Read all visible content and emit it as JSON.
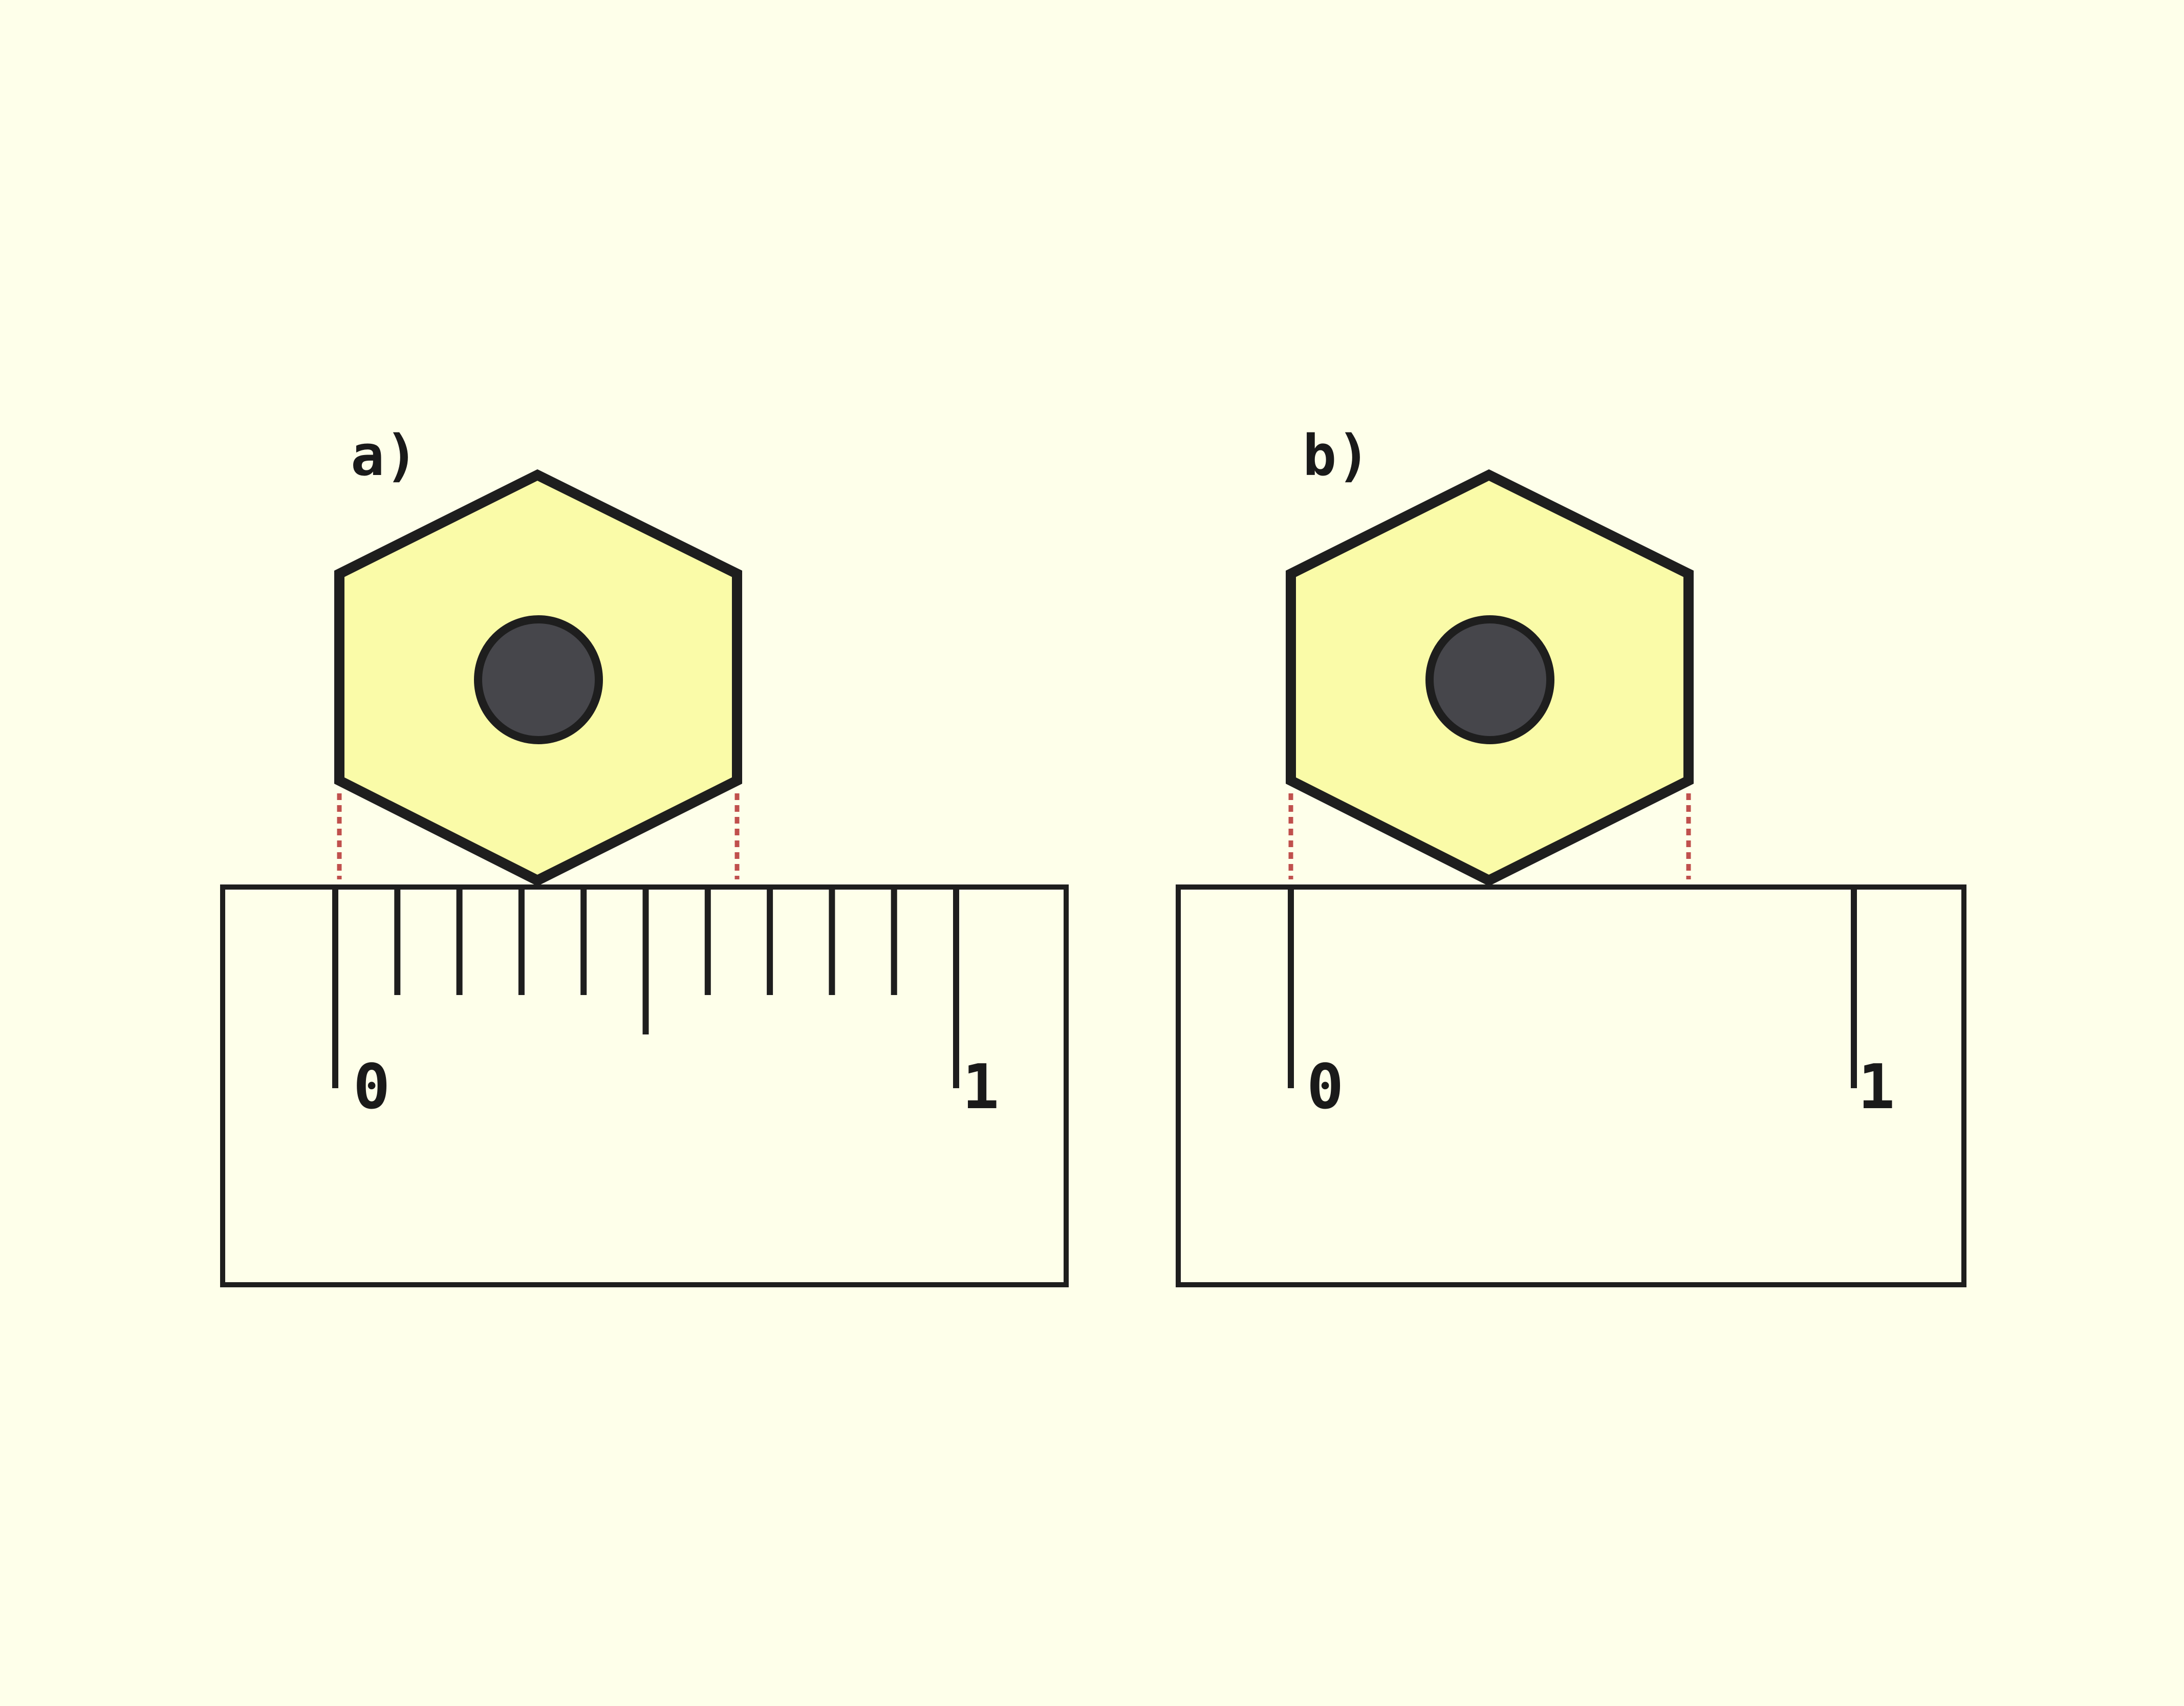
{
  "colors": {
    "background": "#FEFFEA",
    "nut_fill": "#FAFBA8",
    "hole_fill": "#46464B",
    "stroke": "#1E1E1E",
    "projection": "#C0504D"
  },
  "panels": [
    {
      "label": "a)",
      "ruler": {
        "divisions": 10,
        "labels": [
          "0",
          "1"
        ]
      }
    },
    {
      "label": "b)",
      "ruler": {
        "divisions": 1,
        "labels": [
          "0",
          "1"
        ]
      }
    }
  ]
}
